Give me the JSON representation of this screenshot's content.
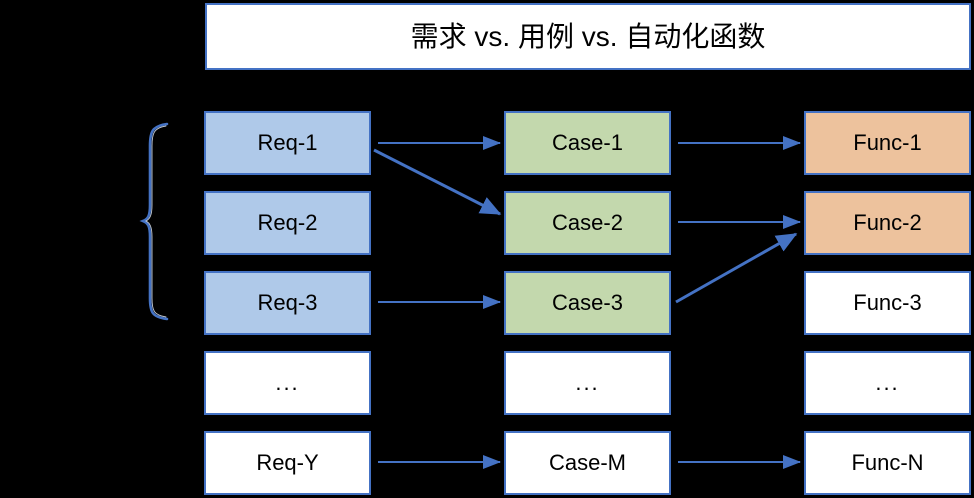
{
  "title": {
    "text": "需求 vs. 用例 vs. 自动化函数"
  },
  "colors": {
    "requirement_fill": "#AFC9E9",
    "case_fill": "#C3D8AD",
    "function_fill": "#EDC29D",
    "empty_fill": "#FFFFFF",
    "border": "#4472C4",
    "arrow": "#4472C4",
    "brace": "#4472C4",
    "background": "#000000",
    "text": "#000000"
  },
  "diagram": {
    "type": "traceability-matrix",
    "columns": [
      {
        "name": "requirements",
        "nodes": [
          {
            "label": "Req-1",
            "fill": "requirement_fill"
          },
          {
            "label": "Req-2",
            "fill": "requirement_fill"
          },
          {
            "label": "Req-3",
            "fill": "requirement_fill"
          },
          {
            "label": "...",
            "fill": "empty_fill"
          },
          {
            "label": "Req-Y",
            "fill": "empty_fill"
          }
        ]
      },
      {
        "name": "cases",
        "nodes": [
          {
            "label": "Case-1",
            "fill": "case_fill"
          },
          {
            "label": "Case-2",
            "fill": "case_fill"
          },
          {
            "label": "Case-3",
            "fill": "case_fill"
          },
          {
            "label": "...",
            "fill": "empty_fill"
          },
          {
            "label": "Case-M",
            "fill": "empty_fill"
          }
        ]
      },
      {
        "name": "functions",
        "nodes": [
          {
            "label": "Func-1",
            "fill": "function_fill"
          },
          {
            "label": "Func-2",
            "fill": "function_fill"
          },
          {
            "label": "Func-3",
            "fill": "empty_fill"
          },
          {
            "label": "...",
            "fill": "empty_fill"
          },
          {
            "label": "Func-N",
            "fill": "empty_fill"
          }
        ]
      }
    ],
    "connectors": [
      {
        "from": "Req-1",
        "to": "Case-1",
        "style": "straight"
      },
      {
        "from": "Req-1",
        "to": "Case-2",
        "style": "diagonal"
      },
      {
        "from": "Req-3",
        "to": "Case-3",
        "style": "straight"
      },
      {
        "from": "Case-1",
        "to": "Func-1",
        "style": "straight"
      },
      {
        "from": "Case-2",
        "to": "Func-2",
        "style": "straight"
      },
      {
        "from": "Case-3",
        "to": "Func-2",
        "style": "diagonal"
      },
      {
        "from": "Req-Y",
        "to": "Case-M",
        "style": "straight"
      },
      {
        "from": "Case-M",
        "to": "Func-N",
        "style": "straight"
      }
    ],
    "brace": {
      "orientation": "right-opening",
      "groups": [
        "Req-1",
        "Req-2",
        "Req-3"
      ]
    }
  }
}
